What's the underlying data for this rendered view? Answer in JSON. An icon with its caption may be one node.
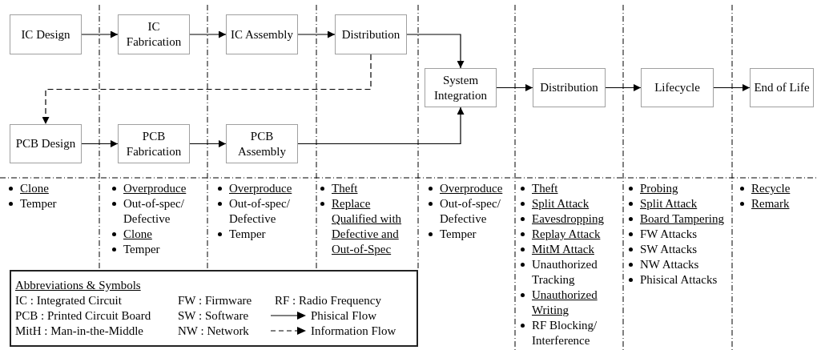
{
  "diagram": {
    "nodes": [
      {
        "text": [
          "IC Design"
        ]
      },
      {
        "text": [
          "IC Fabrication"
        ]
      },
      {
        "text": [
          "IC Assembly"
        ]
      },
      {
        "text": [
          "Distribution"
        ]
      },
      {
        "text": [
          "PCB Design"
        ]
      },
      {
        "text": [
          "PCB Fabrication"
        ]
      },
      {
        "text": [
          "PCB Assembly"
        ]
      },
      {
        "text": [
          "System Integration"
        ]
      },
      {
        "text": [
          "Distribution"
        ]
      },
      {
        "text": [
          "Lifecycle"
        ]
      },
      {
        "text": [
          "End of Life"
        ]
      }
    ],
    "edges": [
      {
        "from": 0,
        "to": 1,
        "arrow": "to"
      },
      {
        "from": 1,
        "to": 2,
        "arrow": "to"
      },
      {
        "from": 2,
        "to": 3,
        "arrow": "to"
      },
      {
        "from": 3,
        "to": 7,
        "arrow": "to"
      },
      {
        "from": 3,
        "to": 4,
        "arrow": "to",
        "style": "dashed"
      },
      {
        "from": 4,
        "to": 5,
        "arrow": "to"
      },
      {
        "from": 5,
        "to": 6,
        "arrow": "to"
      },
      {
        "from": 6,
        "to": 7,
        "arrow": "to"
      },
      {
        "from": 7,
        "to": 8,
        "arrow": "to"
      },
      {
        "from": 8,
        "to": 9,
        "arrow": "to"
      },
      {
        "from": 9,
        "to": 10,
        "arrow": "to"
      }
    ],
    "labels": [
      "Clone",
      "Temper",
      "Overproduce",
      "Out-of-spec/ Defective",
      "Clone",
      "Temper",
      "Overproduce",
      "Out-of-spec/ Defective",
      "Temper",
      "Theft",
      "Replace Qualified with Defective and Out-of-Spec",
      "Overproduce",
      "Out-of-spec/ Defective",
      "Temper",
      "Theft",
      "Split Attack",
      "Eavesdropping",
      "Replay Attack",
      "MitM Attack",
      "Unauthorized Tracking",
      "Unauthorized Writing",
      "RF Blocking/ Interference",
      "Probing",
      "Split Attack",
      "Board Tampering",
      "FW Attacks",
      "SW Attacks",
      "NW Attacks",
      "Phisical Attacks",
      "Recycle",
      "Remark",
      "Abbreviations & Symbols",
      "IC : Integrated Circuit",
      "FW : Firmware",
      "RF : Radio Frequency",
      "PCB : Printed Circuit Board",
      "SW : Software",
      "MitH : Man-in-the-Middle",
      "NW : Network"
    ],
    "legend": [
      {
        "text": "Phisical Flow"
      },
      {
        "text": "Information Flow"
      }
    ]
  }
}
